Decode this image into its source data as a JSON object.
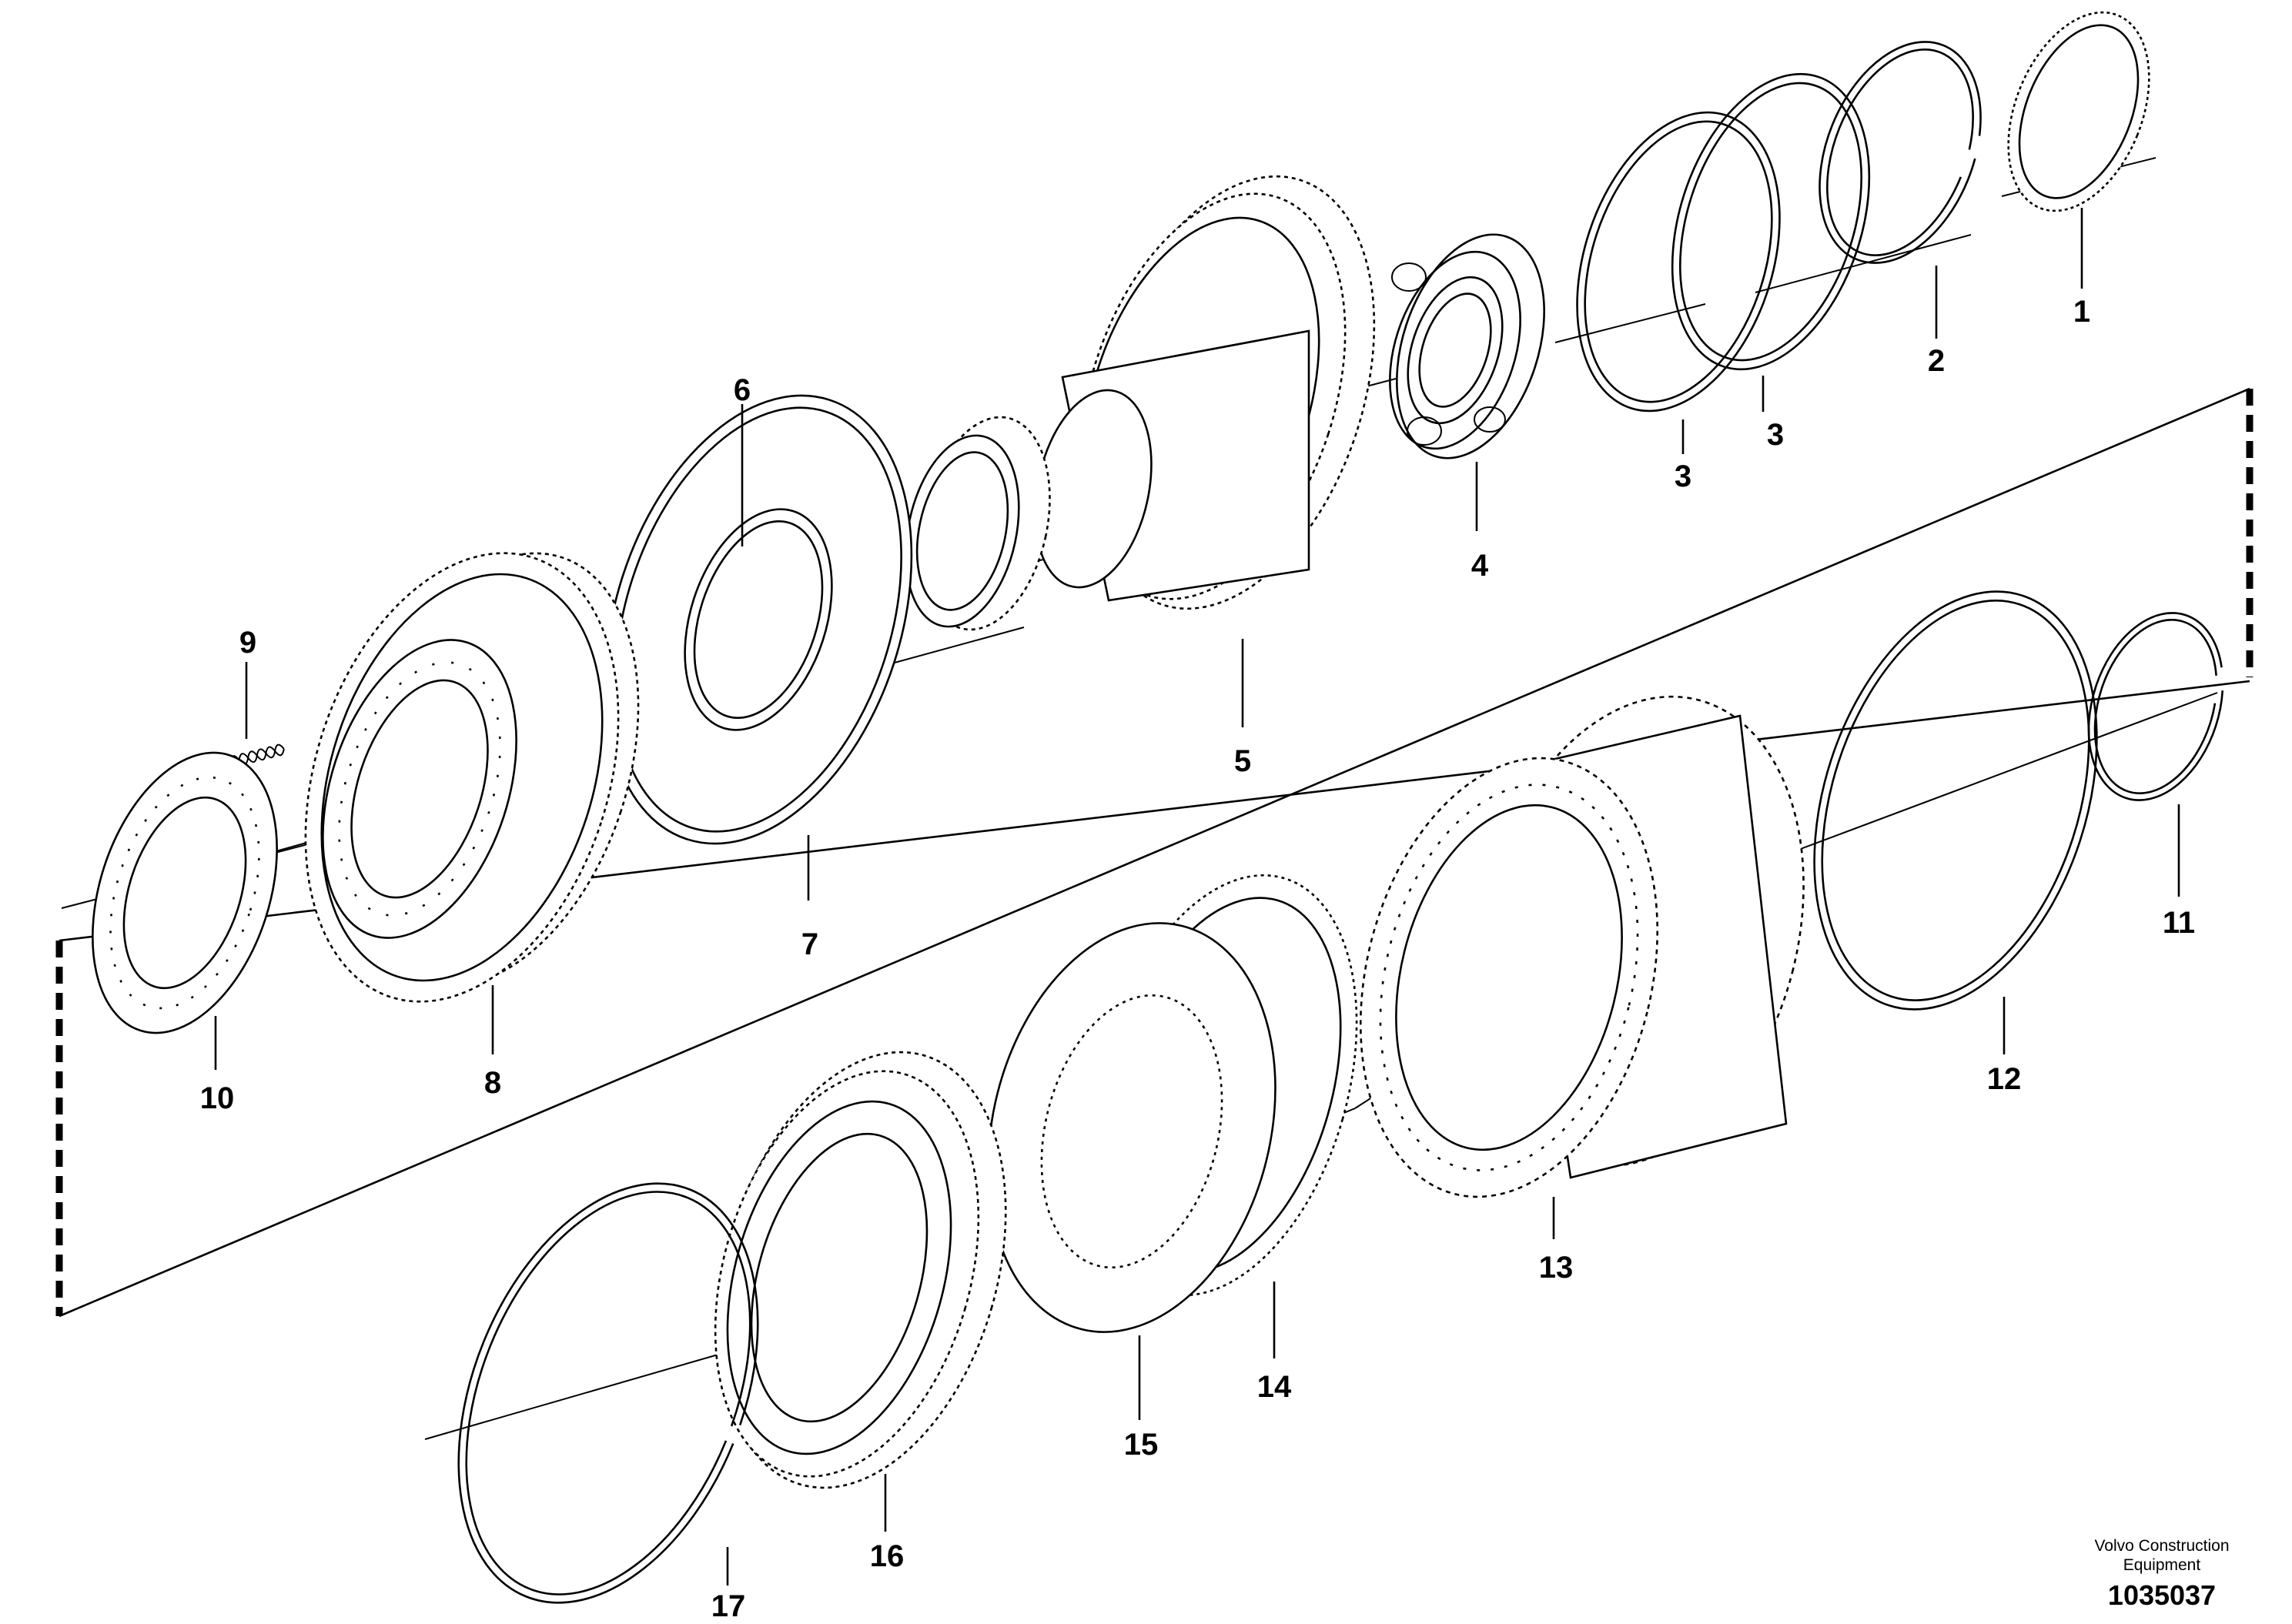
{
  "diagram": {
    "callouts": [
      "1",
      "2",
      "3",
      "3",
      "4",
      "5",
      "6",
      "7",
      "8",
      "9",
      "10",
      "11",
      "12",
      "13",
      "14",
      "15",
      "16",
      "17"
    ],
    "brand": "Volvo Construction Equipment",
    "brand_lines": [
      "Volvo Construction",
      "Equipment"
    ],
    "drawing_number": "1035037"
  }
}
